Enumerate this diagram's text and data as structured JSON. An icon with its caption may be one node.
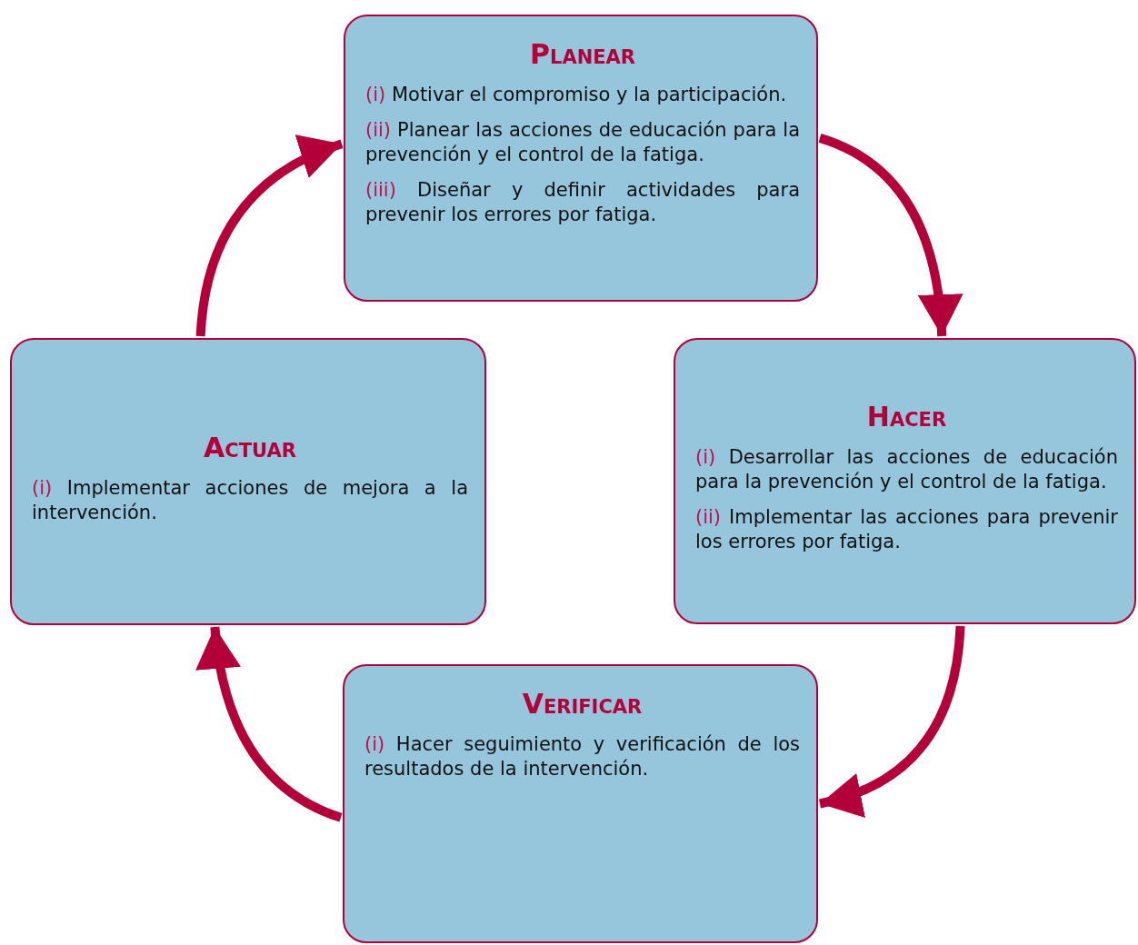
{
  "diagram": {
    "nodes": [
      {
        "text": [
          "Planear",
          "(i) Motivar el compromiso y la participación.",
          "(ii) Planear las acciones de educación para la prevención y el control de la fatiga.",
          "(iii) Diseñar y definir actividades para prevenir los errores por fatiga."
        ]
      },
      {
        "text": [
          "Hacer",
          "(i) Desarrollar las acciones de educación para la prevención y el control de la fatiga.",
          "(ii) Implementar las acciones para prevenir los errores por fatiga."
        ]
      },
      {
        "text": [
          "Verificar",
          "(i) Hacer seguimiento y verificación de los resultados de la intervención."
        ]
      },
      {
        "text": [
          "Actuar",
          "(i) Implementar acciones de mejora a la intervención."
        ]
      }
    ],
    "edges": [
      {
        "from": 0,
        "to": 1,
        "arrow": "to"
      },
      {
        "from": 1,
        "to": 2,
        "arrow": "to"
      },
      {
        "from": 2,
        "to": 3,
        "arrow": "to"
      },
      {
        "from": 3,
        "to": 0,
        "arrow": "to"
      }
    ]
  }
}
